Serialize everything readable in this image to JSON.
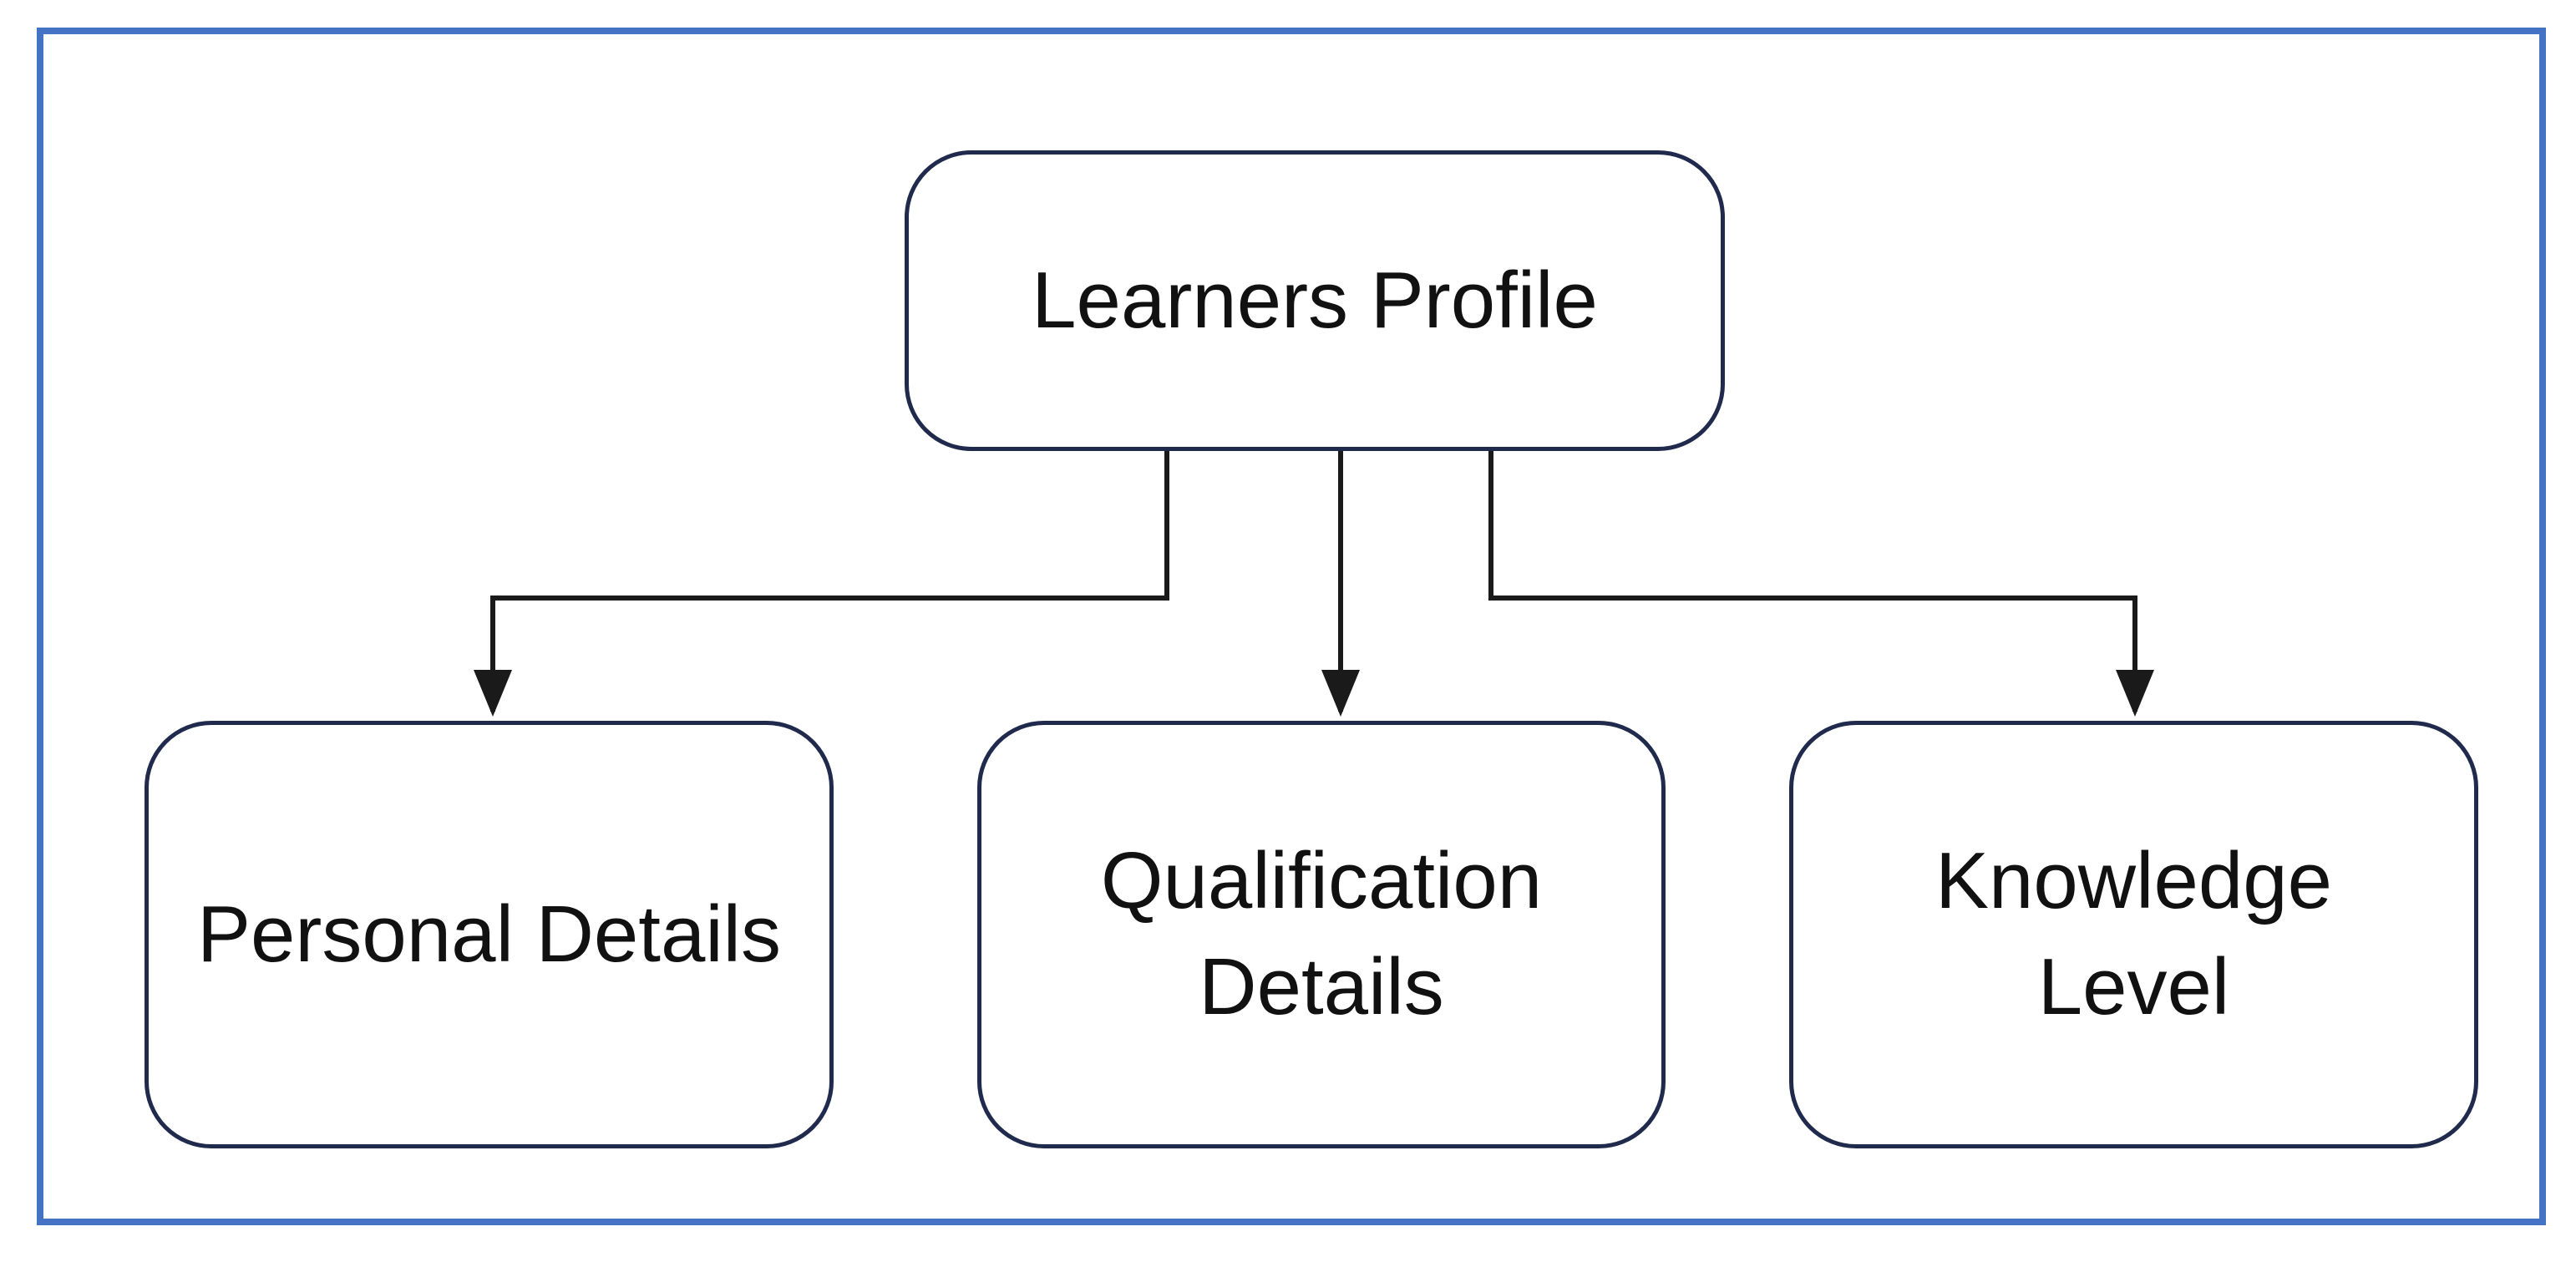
{
  "diagram": {
    "type": "hierarchy-flowchart",
    "root": {
      "label": "Learners Profile"
    },
    "children": [
      {
        "label": "Personal Details"
      },
      {
        "label": "Qualification\nDetails"
      },
      {
        "label": "Knowledge\nLevel"
      }
    ],
    "colors": {
      "frame_border": "#4472c4",
      "box_border": "#1f2a4c",
      "connector": "#1a1a1a",
      "text": "#111111",
      "background": "#ffffff"
    }
  }
}
